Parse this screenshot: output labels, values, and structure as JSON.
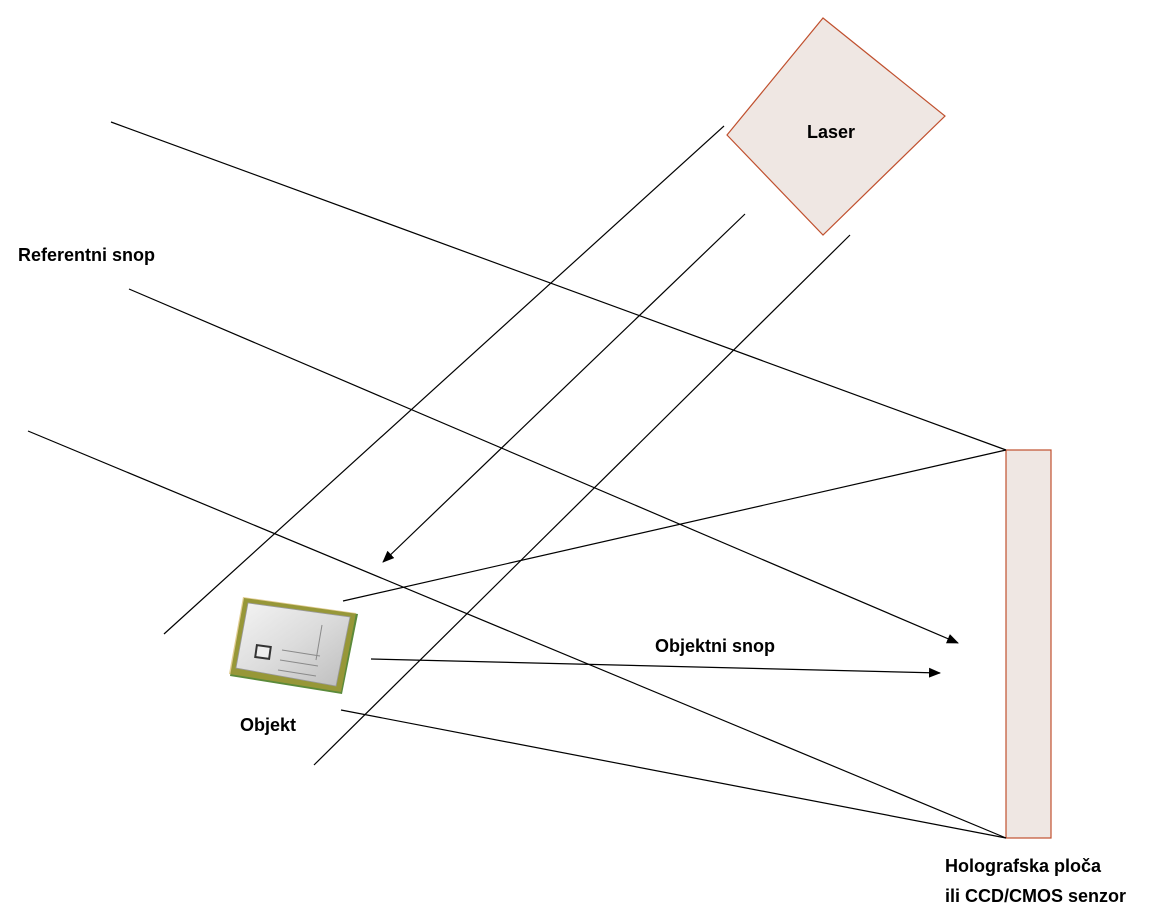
{
  "labels": {
    "laser": "Laser",
    "reference_beam": "Referentni snop",
    "object_beam": "Objektni snop",
    "object": "Objekt",
    "plate_line1": "Holografska ploča",
    "plate_line2": "ili CCD/CMOS senzor"
  },
  "colors": {
    "component_fill": "#efe7e3",
    "component_stroke": "#c0502e",
    "line": "#000000"
  },
  "icons": {
    "object_image": "cpu-chip-icon"
  }
}
